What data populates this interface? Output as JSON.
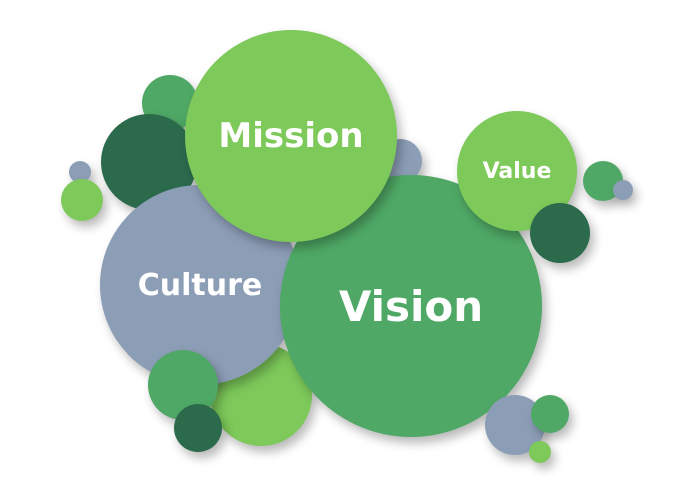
{
  "labels": {
    "mission": "Mission",
    "vision": "Vision",
    "culture": "Culture",
    "value": "Value"
  },
  "colors": {
    "light_green": "#7dc95a",
    "green": "#4fa865",
    "dark_green": "#2b6b4c",
    "gray_blue": "#8c9db6"
  }
}
